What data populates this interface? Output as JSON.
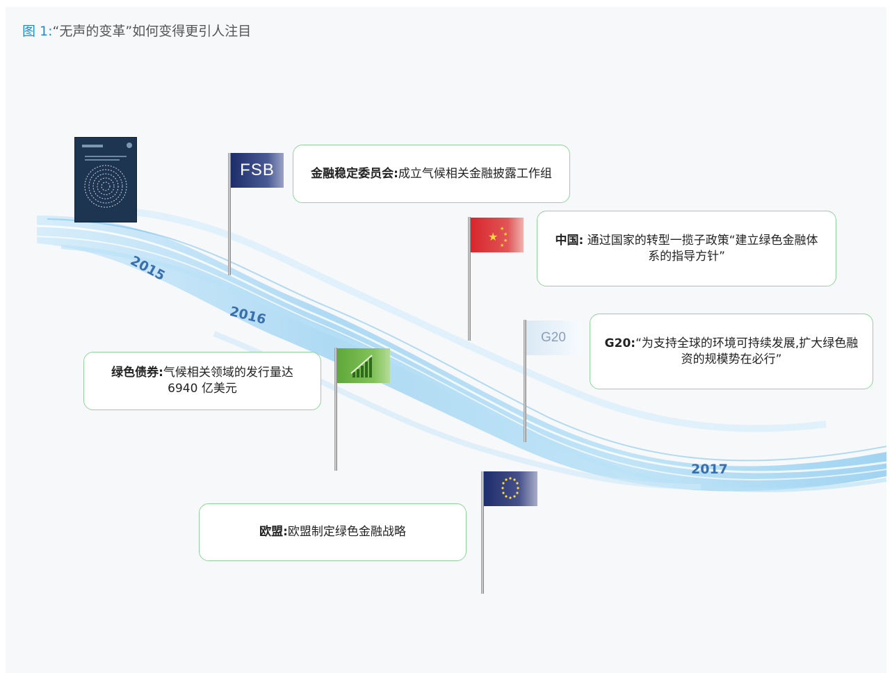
{
  "figure": {
    "label": "图 1:",
    "title": "“无声的变革”如何变得更引人注目"
  },
  "years": [
    "2015",
    "2016",
    "2017"
  ],
  "events": [
    {
      "id": "fsb",
      "flag_text": "FSB",
      "bold": "金融稳定委员会:",
      "text": "成立气候相关金融披露工作组"
    },
    {
      "id": "china",
      "bold": "中国:",
      "text": "通过国家的转型一揽子政策“建立绿色金融体系的指导方针”"
    },
    {
      "id": "g20",
      "flag_text": "G20",
      "bold": "G20:",
      "text": "“为支持全球的环境可持续发展,扩大绿色融资的规模势在必行”"
    },
    {
      "id": "green-bonds",
      "bold": "绿色债券:",
      "text": "气候相关领域的发行量达 6940 亿美元"
    },
    {
      "id": "eu",
      "bold": "欧盟:",
      "text": "欧盟制定绿色金融战略"
    }
  ],
  "colors": {
    "title_label": "#1a8fd0",
    "year_text": "#3a6fae",
    "box_border": "#8fd49a",
    "wave": "#9fd3f2"
  },
  "icons": [
    "report-cover-icon",
    "fsb-flag-icon",
    "china-flag-icon",
    "g20-flag-icon",
    "green-bonds-flag-icon",
    "eu-flag-icon"
  ]
}
